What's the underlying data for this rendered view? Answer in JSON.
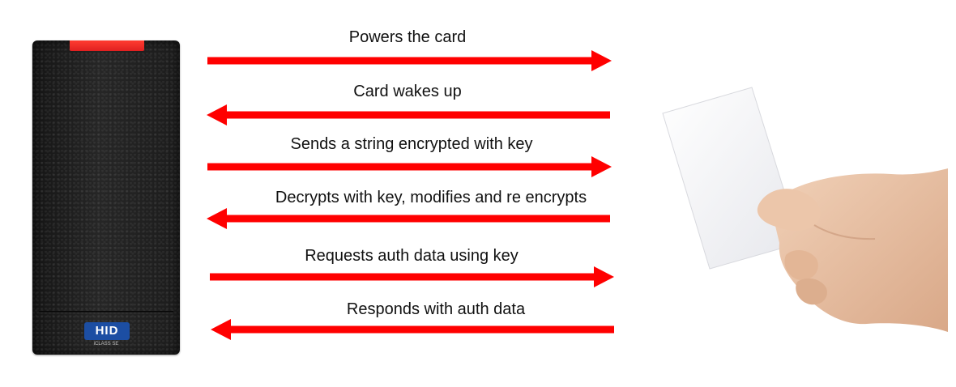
{
  "reader": {
    "brand": "HID",
    "model": "iCLASS SE"
  },
  "steps": [
    {
      "label": "Powers the card",
      "direction": "to-card"
    },
    {
      "label": "Card wakes up",
      "direction": "to-reader"
    },
    {
      "label": "Sends a string encrypted with key",
      "direction": "to-card"
    },
    {
      "label": "Decrypts with key, modifies and re encrypts",
      "direction": "to-reader"
    },
    {
      "label": "Requests auth data using key",
      "direction": "to-card"
    },
    {
      "label": "Responds with auth data",
      "direction": "to-reader"
    }
  ],
  "colors": {
    "arrow": "#ff0000",
    "led": "#e02020",
    "logo": "#1c4ea3",
    "card": "#f4f4f6",
    "skin": "#e9c2a6"
  }
}
